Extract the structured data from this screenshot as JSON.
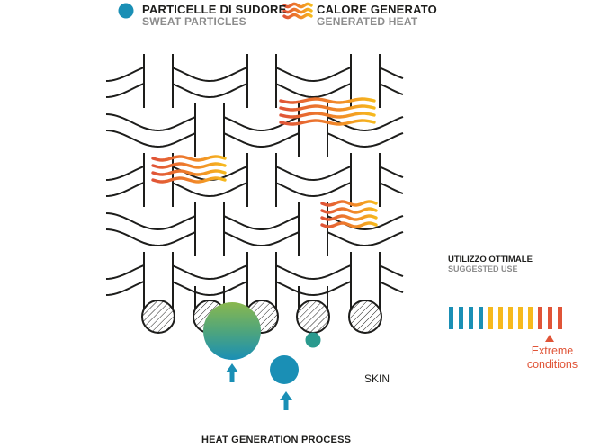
{
  "legend": {
    "sweat": {
      "title": "PARTICELLE DI SUDORE",
      "subtitle": "SWEAT PARTICLES",
      "icon": "sweat-particle-icon"
    },
    "heat": {
      "title": "CALORE GENERATO",
      "subtitle": "GENERATED HEAT",
      "icon": "heat-waves-icon"
    }
  },
  "usage": {
    "title": "UTILIZZO OTTIMALE",
    "subtitle": "SUGGESTED USE",
    "extreme_line1": "Extreme",
    "extreme_line2": "conditions",
    "bar_colors": [
      "#1a8fb5",
      "#1a8fb5",
      "#1a8fb5",
      "#1a8fb5",
      "#f6b91d",
      "#f6b91d",
      "#f6b91d",
      "#f6b91d",
      "#f6b91d",
      "#e05437",
      "#e05437",
      "#e05437"
    ]
  },
  "skin_label": "SKIN",
  "caption": "HEAT GENERATION PROCESS",
  "colors": {
    "teal": "#1a8fb5",
    "yellow": "#f6b91d",
    "orange": "#f0832a",
    "red": "#e05437",
    "green": "#6eb07a",
    "dark": "#1d1d1b",
    "grey": "#8c8c8c"
  }
}
